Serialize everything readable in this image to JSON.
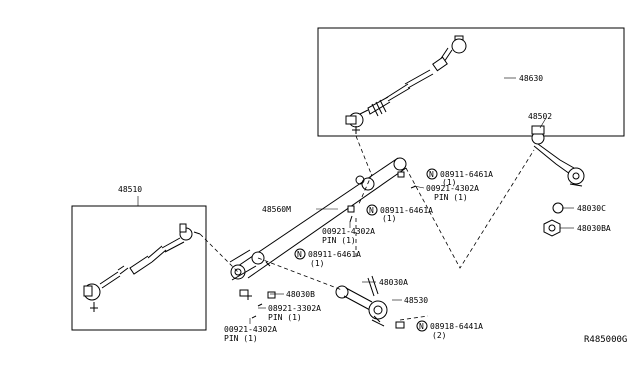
{
  "parts": {
    "p48630": "48630",
    "p48502": "48502",
    "p48510": "48510",
    "p48560m": "48560M",
    "p48030c": "48030C",
    "p48030ba": "48030BA",
    "p48030a": "48030A",
    "p48030b": "48030B",
    "p48530": "48530",
    "n1_code": "08911-6461A",
    "n1_qty": "(1)",
    "n2_code": "08911-6461A",
    "n2_qty": "(1)",
    "n3_code": "08911-6461A",
    "n3_qty": "(1)",
    "n4_code": "08918-6441A",
    "n4_qty": "(2)",
    "pin1_code": "00921-4302A",
    "pin1_qty": "PIN (1)",
    "pin2_code": "00921-4302A",
    "pin2_qty": "PIN (1)",
    "pin3_code": "08921-3302A",
    "pin3_qty": "PIN (1)",
    "pin4_code": "00921-4302A",
    "pin4_qty": "PIN (1)",
    "circle_letter": "N",
    "diagram_id": "R485000G"
  }
}
